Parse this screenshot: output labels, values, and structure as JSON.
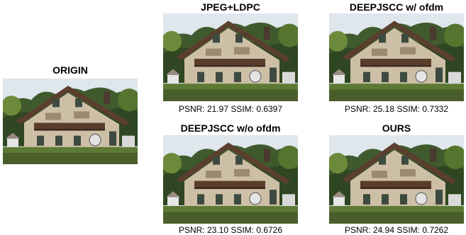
{
  "figure": {
    "panels": [
      {
        "id": "origin",
        "title": "ORIGIN",
        "caption": ""
      },
      {
        "id": "jpeg-ldpc",
        "title": "JPEG+LDPC",
        "caption": "PSNR: 21.97 SSIM: 0.6397"
      },
      {
        "id": "deepjscc-ofdm",
        "title": "DEEPJSCC w/ ofdm",
        "caption": "PSNR: 25.18 SSIM: 0.7332"
      },
      {
        "id": "deepjscc-no-ofdm",
        "title": "DEEPJSCC w/o ofdm",
        "caption": "PSNR: 23.10 SSIM: 0.6726"
      },
      {
        "id": "ours",
        "title": "OURS",
        "caption": "PSNR: 24.94 SSIM: 0.7262"
      }
    ]
  },
  "colors": {
    "sky": "#dfe6ec",
    "forest": "#3f5a2c",
    "wall": "#cdbfa6",
    "roof": "#5b3f2e",
    "grass": "#5d7a35"
  },
  "icons": {
    "photo": "house-photo"
  }
}
